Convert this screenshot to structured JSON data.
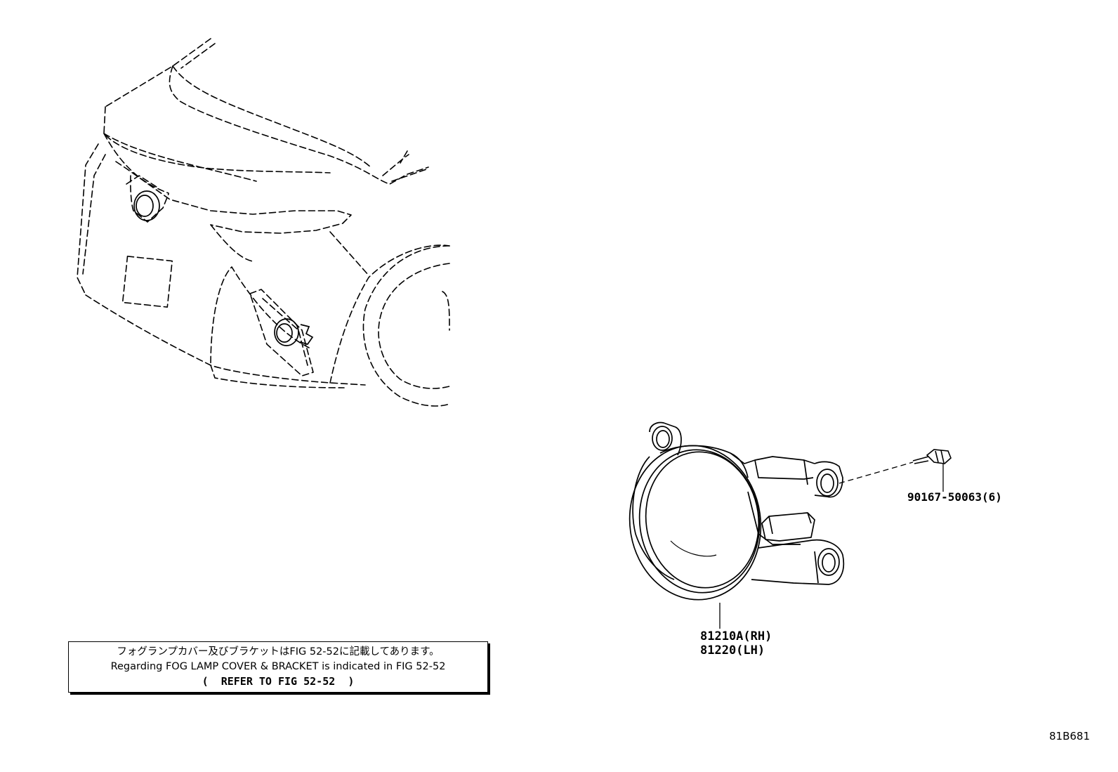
{
  "parts": {
    "bolt_number": "90167-50063(6)",
    "lamp_rh_number": "81210A(RH)",
    "lamp_lh_number": "81220(LH)"
  },
  "note": {
    "japanese": "フォグランプカバー及びブラケットはFIG 52-52に記載してあります。",
    "english": "Regarding FOG LAMP COVER & BRACKET is indicated in FIG 52-52",
    "refer": "(  REFER TO FIG 52-52  )"
  },
  "diagram_code": "81B681"
}
